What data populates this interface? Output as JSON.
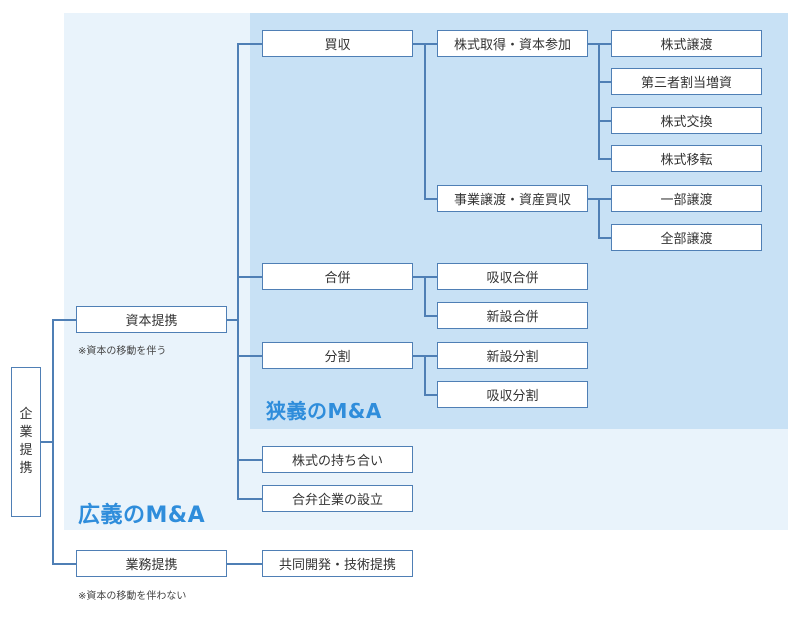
{
  "regions": {
    "broad_label": "広義のM&A",
    "narrow_label": "狭義のM&A"
  },
  "root": {
    "chars": [
      "企",
      "業",
      "提",
      "携"
    ]
  },
  "level1": {
    "capital": {
      "label": "資本提携",
      "note": "※資本の移動を伴う"
    },
    "business": {
      "label": "業務提携",
      "note": "※資本の移動を伴わない"
    }
  },
  "level2": {
    "acquisition": "買収",
    "merger": "合併",
    "split": "分割",
    "cross_holding": "株式の持ち合い",
    "joint_venture": "合弁企業の設立",
    "joint_dev": "共同開発・技術提携"
  },
  "level3": {
    "stock_capital": "株式取得・資本参加",
    "business_asset": "事業譲渡・資産買収",
    "absorption_merger": "吸収合併",
    "new_merger": "新設合併",
    "new_split": "新設分割",
    "absorption_split": "吸収分割"
  },
  "level4": {
    "share_transfer": "株式譲渡",
    "third_party_allot": "第三者割当増資",
    "share_exchange": "株式交換",
    "share_transfer_2": "株式移転",
    "partial_transfer": "一部譲渡",
    "full_transfer": "全部譲渡"
  },
  "colors": {
    "accent": "#2f8ddb",
    "line": "#4f7fb5",
    "broad_bg": "#e9f3fb",
    "narrow_bg": "#c8e1f5"
  }
}
